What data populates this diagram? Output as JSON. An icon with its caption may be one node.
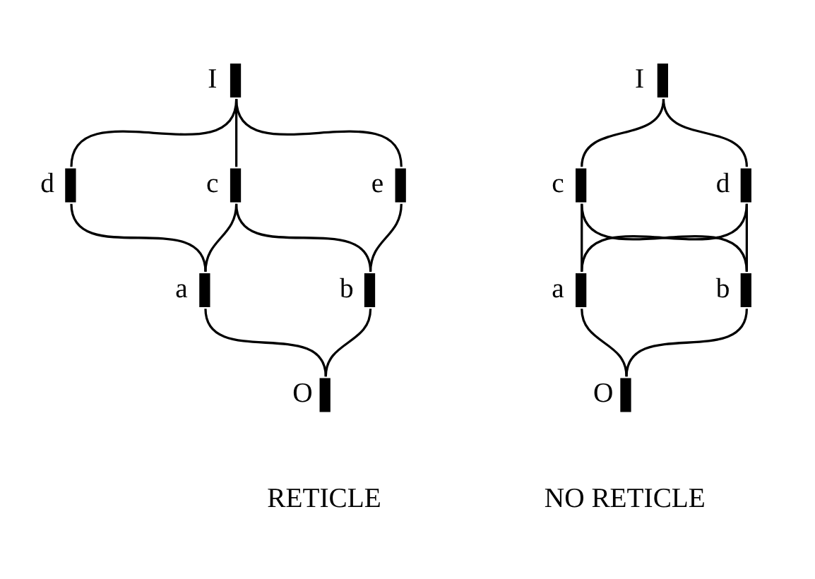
{
  "diagram": {
    "nodes": [
      {
        "text": [],
        "shape": "bar",
        "beside": [
          "I"
        ]
      },
      {
        "text": [],
        "shape": "bar",
        "beside": [
          "d"
        ]
      },
      {
        "text": [],
        "shape": "bar",
        "beside": [
          "c"
        ]
      },
      {
        "text": [],
        "shape": "bar",
        "beside": [
          "e"
        ]
      },
      {
        "text": [],
        "shape": "bar",
        "beside": [
          "a"
        ]
      },
      {
        "text": [],
        "shape": "bar",
        "beside": [
          "b"
        ]
      },
      {
        "text": [],
        "shape": "bar",
        "beside": [
          "O"
        ]
      },
      {
        "text": [],
        "shape": "bar",
        "beside": [
          "I"
        ]
      },
      {
        "text": [],
        "shape": "bar",
        "beside": [
          "c"
        ]
      },
      {
        "text": [],
        "shape": "bar",
        "beside": [
          "d"
        ]
      },
      {
        "text": [],
        "shape": "bar",
        "beside": [
          "a"
        ]
      },
      {
        "text": [],
        "shape": "bar",
        "beside": [
          "b"
        ]
      },
      {
        "text": [],
        "shape": "bar",
        "beside": [
          "O"
        ]
      }
    ],
    "edges": [
      {
        "from": 0,
        "to": 1,
        "arrow": "none"
      },
      {
        "from": 0,
        "to": 2,
        "arrow": "none"
      },
      {
        "from": 0,
        "to": 3,
        "arrow": "none"
      },
      {
        "from": 1,
        "to": 4,
        "arrow": "none"
      },
      {
        "from": 2,
        "to": 4,
        "arrow": "none"
      },
      {
        "from": 2,
        "to": 5,
        "arrow": "none"
      },
      {
        "from": 3,
        "to": 5,
        "arrow": "none"
      },
      {
        "from": 4,
        "to": 6,
        "arrow": "none"
      },
      {
        "from": 5,
        "to": 6,
        "arrow": "none"
      },
      {
        "from": 7,
        "to": 8,
        "arrow": "none"
      },
      {
        "from": 7,
        "to": 9,
        "arrow": "none"
      },
      {
        "from": 8,
        "to": 10,
        "arrow": "none"
      },
      {
        "from": 8,
        "to": 11,
        "arrow": "none"
      },
      {
        "from": 9,
        "to": 10,
        "arrow": "none"
      },
      {
        "from": 9,
        "to": 11,
        "arrow": "none"
      },
      {
        "from": 10,
        "to": 12,
        "arrow": "none"
      },
      {
        "from": 11,
        "to": 12,
        "arrow": "none"
      }
    ],
    "labels": [
      "RETICLE",
      "NO RETICLE"
    ]
  }
}
